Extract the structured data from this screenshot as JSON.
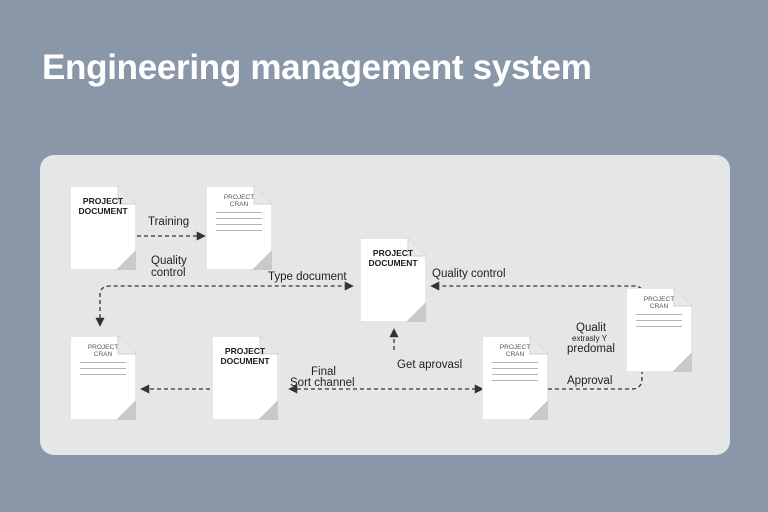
{
  "title": "Engineering management system",
  "documents": {
    "doc1": "PROJECT\nDOCUMENT",
    "doc2": "PROJECT\nCRAN",
    "doc3": "PROJECT\nDOCUMENT",
    "doc4": "PROJECT\nCRAN",
    "doc5": "PROJECT\nCRAN",
    "doc6": "PROJECT\nDOCUMENT",
    "doc7": "PROJECT\nCRAN"
  },
  "labels": {
    "training": "Training",
    "quality_control_1": "Quality",
    "quality_control_2": "control",
    "type_document": "Type document",
    "quality_control_right": "Quality control",
    "qualit": "Qualit",
    "extra_tiny": "extrasly Y",
    "predomal": "predomal",
    "get_approval": "Get aprovasl",
    "final": "Final",
    "sort_channel": "Sort channel",
    "approval": "Approval"
  },
  "colors": {
    "background": "#8a97a9",
    "panel": "#e4e6e8",
    "arrow": "#333333"
  }
}
